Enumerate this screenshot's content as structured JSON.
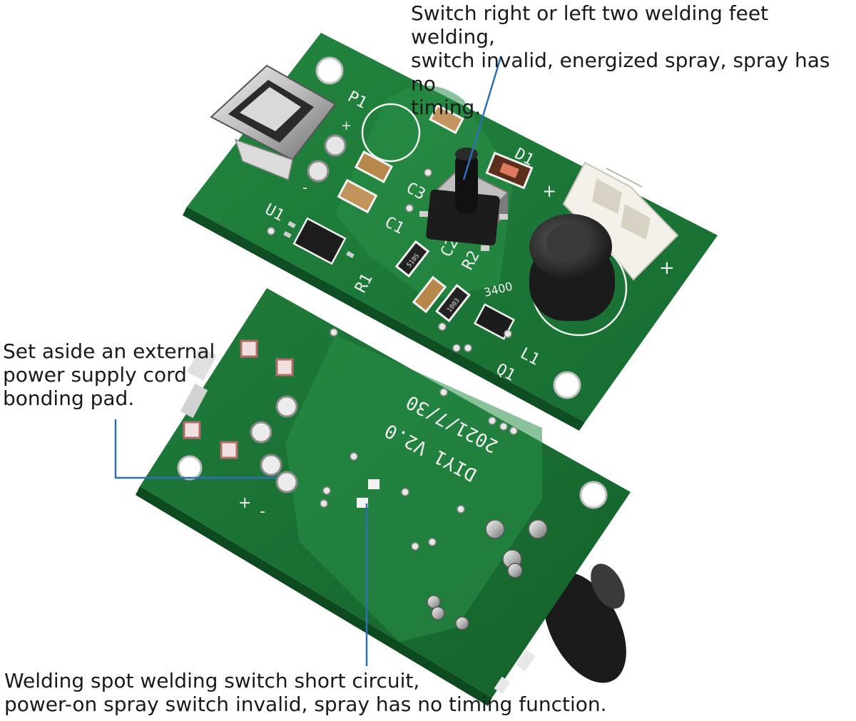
{
  "annotations": {
    "switch_note": "Switch right or left two welding feet welding,\nswitch invalid, energized spray, spray has no\ntiming.",
    "pad_note": "Set aside an external\npower supply cord\nbonding pad.",
    "spot_note": "Welding spot welding switch short circuit,\npower-on spray switch invalid, spray has no timing function."
  },
  "top_board": {
    "silkscreen": {
      "p1": "P1",
      "u1": "U1",
      "c1": "C1",
      "c2": "C2",
      "c3": "C3",
      "r1": "R1",
      "r2": "R2",
      "d1": "D1",
      "l1": "L1",
      "q1": "Q1",
      "inductor_code": "3400",
      "resistor_a": "510S",
      "resistor_b": "1003",
      "plus_usb": "+",
      "minus_usb": "-",
      "plus_led": "+",
      "plus_connector": "+"
    }
  },
  "bottom_board": {
    "silkscreen": {
      "model": "DIY1  V2.0",
      "date": "2021/7/30",
      "plus": "+",
      "minus": "-"
    }
  },
  "colors": {
    "pcb_green": "#1f7a3a",
    "pcb_dark": "#15602c",
    "pcb_copper": "#2a8f48",
    "silkscreen": "#f2f2f2",
    "callout_line": "#2f6fb4"
  }
}
